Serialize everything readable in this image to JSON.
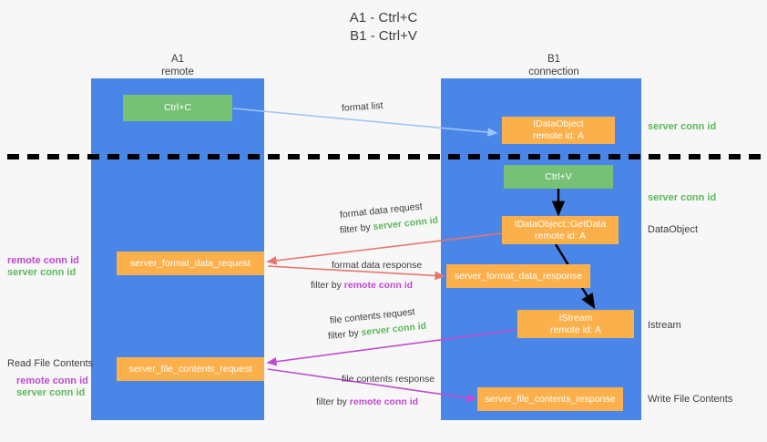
{
  "title": {
    "line1": "A1 - Ctrl+C",
    "line2": "B1 - Ctrl+V"
  },
  "lanes": [
    {
      "id": "a1",
      "name": "A1",
      "sub": "remote"
    },
    {
      "id": "b1",
      "name": "B1",
      "sub": "connection"
    }
  ],
  "nodes": {
    "ctrl_c": {
      "line1": "Ctrl+C",
      "line2": ""
    },
    "idataobject": {
      "line1": "IDataObject",
      "line2": "remote id: A"
    },
    "ctrl_v": {
      "line1": "Ctrl+V",
      "line2": ""
    },
    "getdata": {
      "line1": "IDataObject::GetData",
      "line2": "remote id: A"
    },
    "format_data_request": {
      "line1": "server_format_data_request",
      "line2": ""
    },
    "format_data_response": {
      "line1": "server_format_data_response",
      "line2": ""
    },
    "istream": {
      "line1": "IStream",
      "line2": "remote id: A"
    },
    "file_contents_request": {
      "line1": "server_file_contents_request",
      "line2": ""
    },
    "file_contents_response": {
      "line1": "server_file_contents_response",
      "line2": ""
    }
  },
  "edges": {
    "format_list": "format list",
    "format_data_request": "format data request",
    "format_data_request_filter_prefix": "filter by ",
    "format_data_request_filter_key": "server conn id",
    "format_data_response": "format data response",
    "format_data_response_filter_prefix": "filter by ",
    "format_data_response_filter_key": "remote conn id",
    "file_contents_request": "file contents request",
    "file_contents_request_filter_prefix": "filter by ",
    "file_contents_request_filter_key": "server conn id",
    "file_contents_response": "file contents response",
    "file_contents_response_filter_prefix": "filter by ",
    "file_contents_response_filter_key": "remote conn id"
  },
  "side_labels": {
    "server_conn_id_1": "server conn id",
    "server_conn_id_2": "server conn id",
    "dataobject": "DataObject",
    "istream": "Istream",
    "write_file_contents": "Write File Contents",
    "read_file_contents": "Read File Contents",
    "left_remote_conn_id_1": "remote conn id",
    "left_server_conn_id_1": "server conn id",
    "left_remote_conn_id_2": "remote conn id",
    "left_server_conn_id_2": "server conn id"
  },
  "colors": {
    "lane": "#4a86e8",
    "green_node": "#76c175",
    "orange_node": "#fbb04b",
    "green_text": "#5cb85c",
    "purple_text": "#c04ad0",
    "arrow_blue": "#9fc5f8",
    "arrow_red": "#e8736a",
    "arrow_magenta": "#c04ad0",
    "arrow_black": "#000000",
    "background": "#f7f7f7"
  }
}
